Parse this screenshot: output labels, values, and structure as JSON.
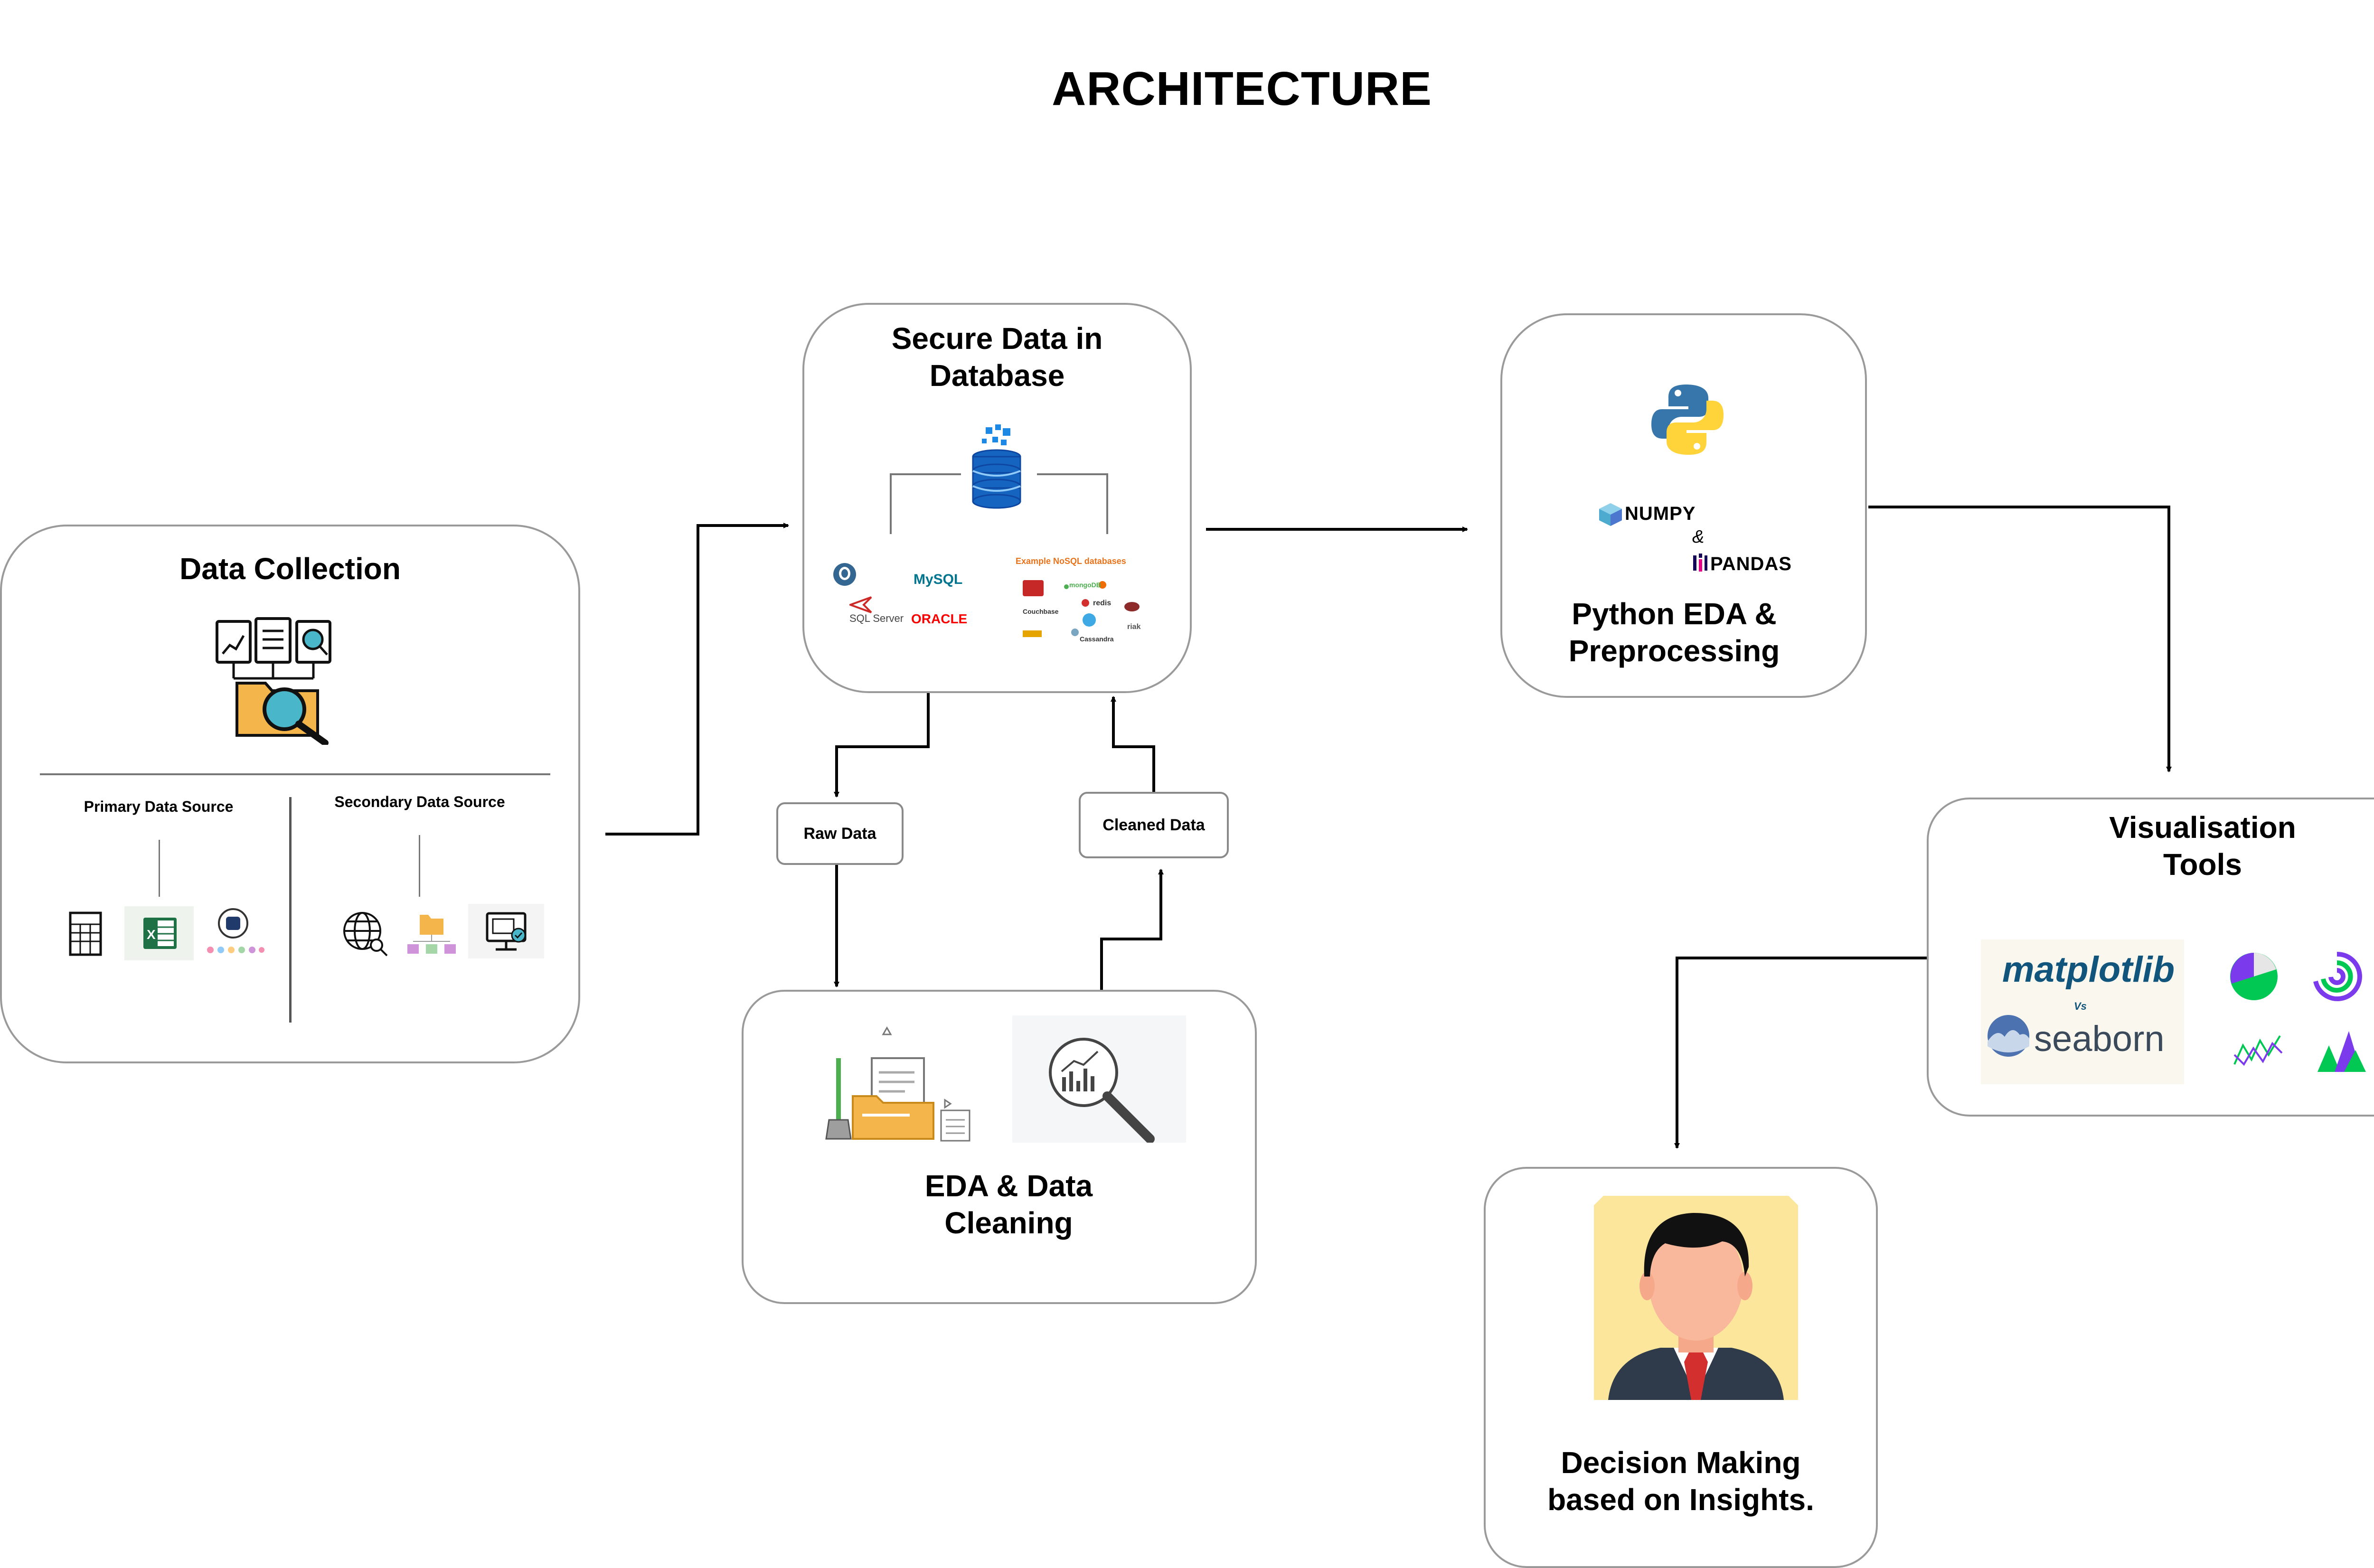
{
  "title": "ARCHITECTURE",
  "nodes": {
    "data_collection": {
      "title": "Data Collection",
      "primary_label": "Primary Data Source",
      "secondary_label": "Secondary Data Source"
    },
    "secure_db": {
      "title_line1": "Secure Data in",
      "title_line2": "Database",
      "sql_logos": [
        "MySQL",
        "SQL Server",
        "ORACLE"
      ],
      "nosql_caption": "Example NoSQL databases",
      "nosql_logos": [
        "mongoDB",
        "Couchbase",
        "redis",
        "riak",
        "Cassandra"
      ]
    },
    "python_eda": {
      "title_line1": "Python EDA &",
      "title_line2": "Preprocessing",
      "numpy": "NUMPY",
      "amp": "&",
      "pandas": "PANDAS"
    },
    "raw_data": {
      "label": "Raw Data"
    },
    "cleaned_data": {
      "label": "Cleaned Data"
    },
    "eda_cleaning": {
      "title_line1": "EDA & Data",
      "title_line2": "Cleaning"
    },
    "visualisation": {
      "title_line1": "Visualisation",
      "title_line2": "Tools",
      "matplotlib": "matplotlib",
      "vs": "Vs",
      "seaborn": "seaborn"
    },
    "decision": {
      "title_line1": "Decision Making",
      "title_line2": "based on Insights."
    }
  },
  "colors": {
    "border": "#9a9a9a",
    "line": "#000000",
    "db_blue": "#1565c0",
    "folder": "#f4b54a",
    "excel": "#1e7145",
    "python_blue": "#3776ab",
    "python_yellow": "#ffd43b",
    "matplotlib": "#11557c",
    "face_bg": "#fbe69b"
  },
  "icons": [
    "report-folder-search-icon",
    "spreadsheet-icon",
    "excel-icon",
    "database-small-icon",
    "globe-search-icon",
    "folder-network-icon",
    "monitor-check-icon",
    "database-stack-icon",
    "postgresql-icon",
    "python-icon",
    "numpy-icon",
    "pandas-icon",
    "broom-folder-icon",
    "magnifier-chart-icon",
    "pie-chart-icon",
    "radial-chart-icon",
    "bar-chart-icon",
    "line-scatter-icon",
    "area-peaks-icon",
    "pyramid-icon",
    "businessman-avatar-icon"
  ]
}
